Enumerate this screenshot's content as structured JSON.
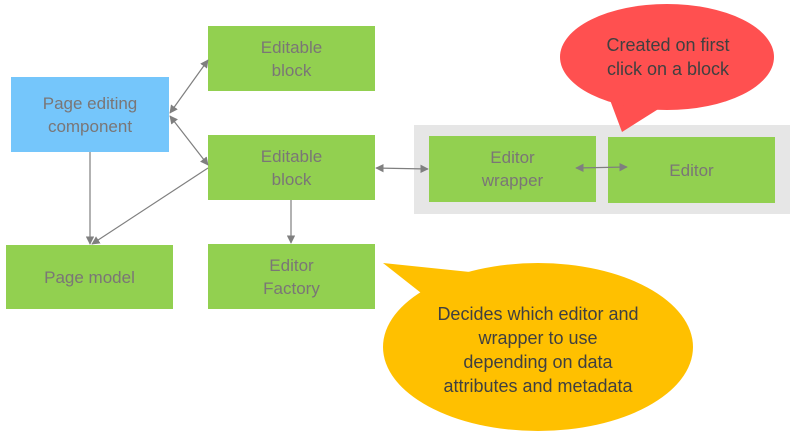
{
  "colors": {
    "block": "#92d050",
    "component": "#75c6fb",
    "container": "#e6e6e6",
    "arrow": "#7f7f7f",
    "callout_red": "#ff5050",
    "callout_yellow": "#ffc000",
    "box_text": "#7a7676",
    "callout_text": "#404040"
  },
  "nodes": {
    "page_editing_component": "Page editing\ncomponent",
    "editable_block_1": "Editable\nblock",
    "editable_block_2": "Editable\nblock",
    "page_model": "Page model",
    "editor_factory": "Editor\nFactory",
    "editor_wrapper": "Editor\nwrapper",
    "editor": "Editor"
  },
  "callouts": {
    "red": "Created on first\nclick on a block",
    "yellow": "Decides which editor and\nwrapper to use\ndepending on data\nattributes and metadata"
  },
  "edges": [
    {
      "from": "page_editing_component",
      "to": "editable_block_1",
      "type": "bidirectional"
    },
    {
      "from": "page_editing_component",
      "to": "editable_block_2",
      "type": "bidirectional"
    },
    {
      "from": "page_editing_component",
      "to": "page_model",
      "type": "directed"
    },
    {
      "from": "editable_block_2",
      "to": "page_model",
      "type": "directed"
    },
    {
      "from": "editable_block_2",
      "to": "editor_factory",
      "type": "directed"
    },
    {
      "from": "editable_block_2",
      "to": "editor_wrapper",
      "type": "bidirectional"
    },
    {
      "from": "editor_wrapper",
      "to": "editor",
      "type": "bidirectional"
    }
  ]
}
